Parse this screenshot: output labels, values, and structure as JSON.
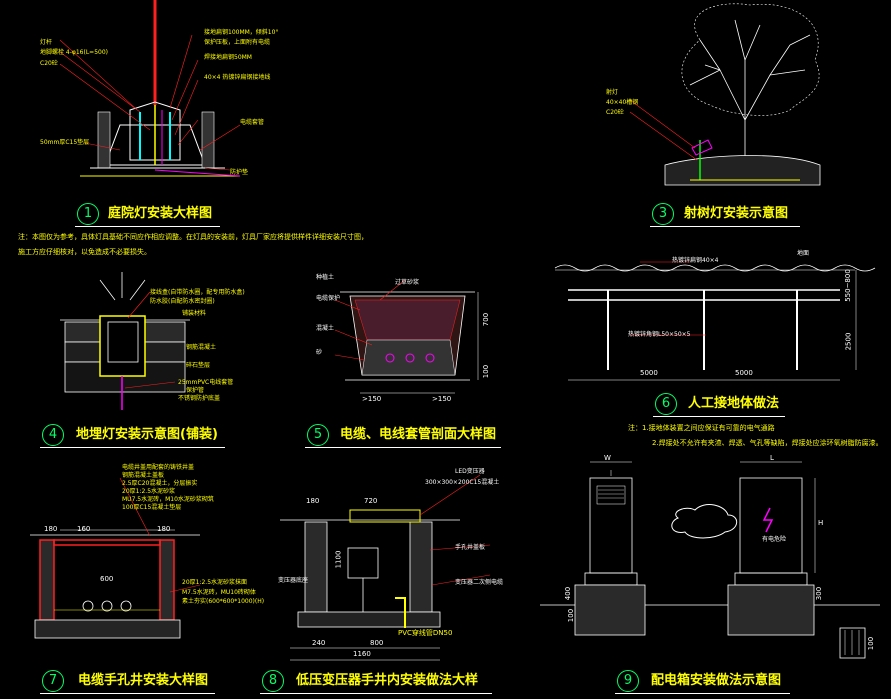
{
  "details": [
    {
      "num": "1",
      "title": "庭院灯安装大样图"
    },
    {
      "num": "3",
      "title": "射树灯安装示意图"
    },
    {
      "num": "4",
      "title": "地埋灯安装示意图(铺装)"
    },
    {
      "num": "5",
      "title": "电缆、电线套管剖面大样图"
    },
    {
      "num": "6",
      "title": "人工接地体做法"
    },
    {
      "num": "7",
      "title": "电缆手孔井安装大样图"
    },
    {
      "num": "8",
      "title": "低压变压器手井内安装做法大样"
    },
    {
      "num": "9",
      "title": "配电箱安装做法示意图"
    }
  ],
  "note1": {
    "line1": "注：本图仅为参考，具体灯具基础不同应作相应调整。在灯具的安装前，灯具厂家应将提供样件详细安装尺寸图，",
    "line2": "施工方应仔细核对，以免造成不必要损失。"
  },
  "note6": {
    "line1": "注：1.接地体装置之间应保证有可靠的电气通路",
    "line2": "2.焊接处不允许有夹渣、焊透、气孔等缺陷，焊接处应涂环氧树脂防腐漆。"
  },
  "d1_labels": [
    "灯杆",
    "地脚螺栓 4-φ16(L=500)",
    "C20砼",
    "50mm厚C15垫层",
    "接地扁钢100MM，倾斜10°",
    "保护压板，上面附有电缆",
    "焊接地扁钢50MM",
    "40×4  热镀锌扁钢接地线",
    "电缆套管",
    "防护垫"
  ],
  "d3_labels": [
    "射灯",
    "40×40槽钢",
    "C20砼"
  ],
  "d4_labels": [
    "接线盒(自带防水圈，配专用防水盒)",
    "防水胶(自配防水密封圈)",
    "铺装材料",
    "钢筋混凝土",
    "碎石垫层",
    "25mmPVC电线套管",
    "保护管",
    "不锈钢防护底盖"
  ],
  "d5_labels": [
    "种植土",
    "电缆保护",
    "砂",
    "过草砂浆",
    "混凝土"
  ],
  "d5_dims": [
    "700",
    "100",
    ">150",
    ">150"
  ],
  "d6_labels": [
    "地面",
    "热镀锌扁钢40×4",
    "热镀锌角钢L50×50×5"
  ],
  "d6_dims": [
    "5000",
    "5000",
    "2500",
    "550~800"
  ],
  "d7_labels": [
    "电缆井盖用配套的铸铁井盖",
    "钢筋混凝土盖板",
    "2.5厚C20混凝土，分层振实",
    "20厚1:2.5水泥砂浆",
    "MU7.5水泥砖，M10水泥砂浆砌筑",
    "100厚C15混凝土垫层",
    "20厚1:2.5水泥砂浆抹面",
    "M7.5水泥砖，MU10砖砌体",
    "素土夯实(600*600*1000)(H)"
  ],
  "d7_dims": [
    "180",
    "180",
    "160",
    "600"
  ],
  "d8_labels": [
    "LED变压器",
    "300×300×200C15混凝土",
    "手孔井盖板",
    "变压器底座",
    "变压器二次侧电缆"
  ],
  "d8_dims": [
    "720",
    "180",
    "1100",
    "1160",
    "240",
    "800"
  ],
  "d8_sub": "PVC穿线管DN50",
  "d9_labels": [
    "W",
    "L",
    "H",
    "有电危险"
  ],
  "d9_dims": [
    "400",
    "100",
    "300",
    "100"
  ],
  "colors": {
    "bg": "#000000",
    "caption": "#ffff00",
    "circle": "#00ff66",
    "line": "#ffffff",
    "green": "#00ff00",
    "cyan": "#00ffff",
    "red": "#ff2020",
    "magenta": "#ff00ff"
  }
}
